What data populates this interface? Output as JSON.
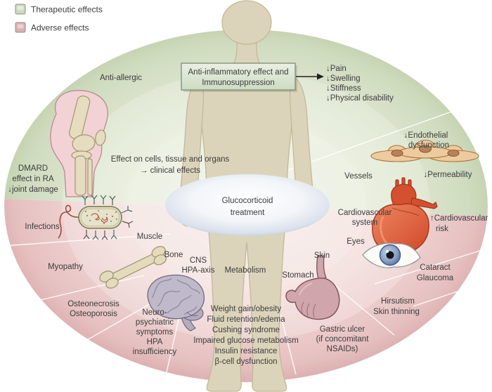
{
  "legend": {
    "therapeutic_label": "Therapeutic effects",
    "adverse_label": "Adverse effects"
  },
  "center_box": {
    "line1": "Anti-inflammatory effect and",
    "line2": "Immunosuppression"
  },
  "outcomes": {
    "items": [
      "↓Pain",
      "↓Swelling",
      "↓Stiffness",
      "↓Physical disability"
    ]
  },
  "center_ellipse": {
    "line1": "Glucocorticoid",
    "line2": "treatment"
  },
  "therapeutic": {
    "anti_allergic": "Anti-allergic",
    "dmard": [
      "DMARD",
      "effect in RA",
      "↓joint damage"
    ],
    "effect_cells": [
      "Effect on cells, tissue and organs",
      "→ clinical effects"
    ],
    "endothelial": [
      "↓Endothelial",
      "dysfunction"
    ],
    "vessels": "Vessels",
    "permeability": "↓Permeability"
  },
  "adverse": {
    "infections": "Infections",
    "muscle": "Muscle",
    "myopathy": "Myopathy",
    "bone": "Bone",
    "cns": [
      "CNS",
      "HPA-axis"
    ],
    "metabolism": "Metabolism",
    "metabolic_effects": [
      "Weight gain/obesity",
      "Fluid retention/edema",
      "Cushing syndrome",
      "Impaired glucose metabolism",
      "Insulin resistance",
      "β-cell dysfunction"
    ],
    "osteo": [
      "Osteonecrosis",
      "Osteoporosis"
    ],
    "neuro": [
      "Neuro-",
      "psychiatric",
      "symptoms",
      "HPA",
      "insufficiency"
    ],
    "skin": "Skin",
    "stomach": "Stomach",
    "gastric": [
      "Gastric ulcer",
      "(if concomitant",
      "NSAIDs)"
    ],
    "eyes": "Eyes",
    "eye_effects": [
      "Cataract",
      "Glaucoma"
    ],
    "skin_effects": [
      "Hirsutism",
      "Skin thinning"
    ],
    "cardio_system": [
      "Cardiovascular",
      "system"
    ],
    "cardio_risk": [
      "↑Cardiovascular",
      "risk"
    ]
  },
  "colors": {
    "therapeutic_green": "#c9d8ba",
    "adverse_pink": "#dcaeae",
    "heart_red": "#d4502e",
    "body_tan": "#dcd4ba",
    "text": "#3c3c3c"
  }
}
